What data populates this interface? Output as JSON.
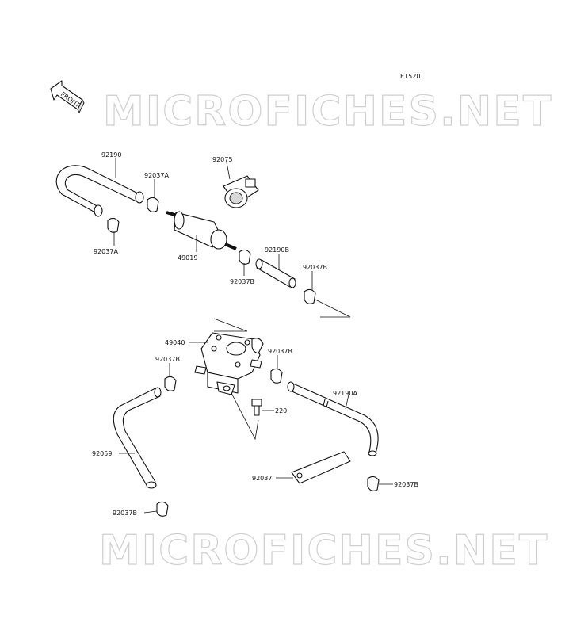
{
  "diagram_code": "E1520",
  "front_label": "FRONT",
  "watermark": "MICROFICHES.NET",
  "labels": {
    "p92190": "92190",
    "p92037A_top": "92037A",
    "p92037A_bottom": "92037A",
    "p92075": "92075",
    "p49019": "49019",
    "p92037B_1": "92037B",
    "p92190B": "92190B",
    "p92037B_2": "92037B",
    "p49040": "49040",
    "p92037B_3": "92037B",
    "p92037B_4": "92037B",
    "p220": "220",
    "p92190A": "92190A",
    "p92059": "92059",
    "p92037": "92037",
    "p92037B_5": "92037B",
    "p92037B_6": "92037B"
  }
}
